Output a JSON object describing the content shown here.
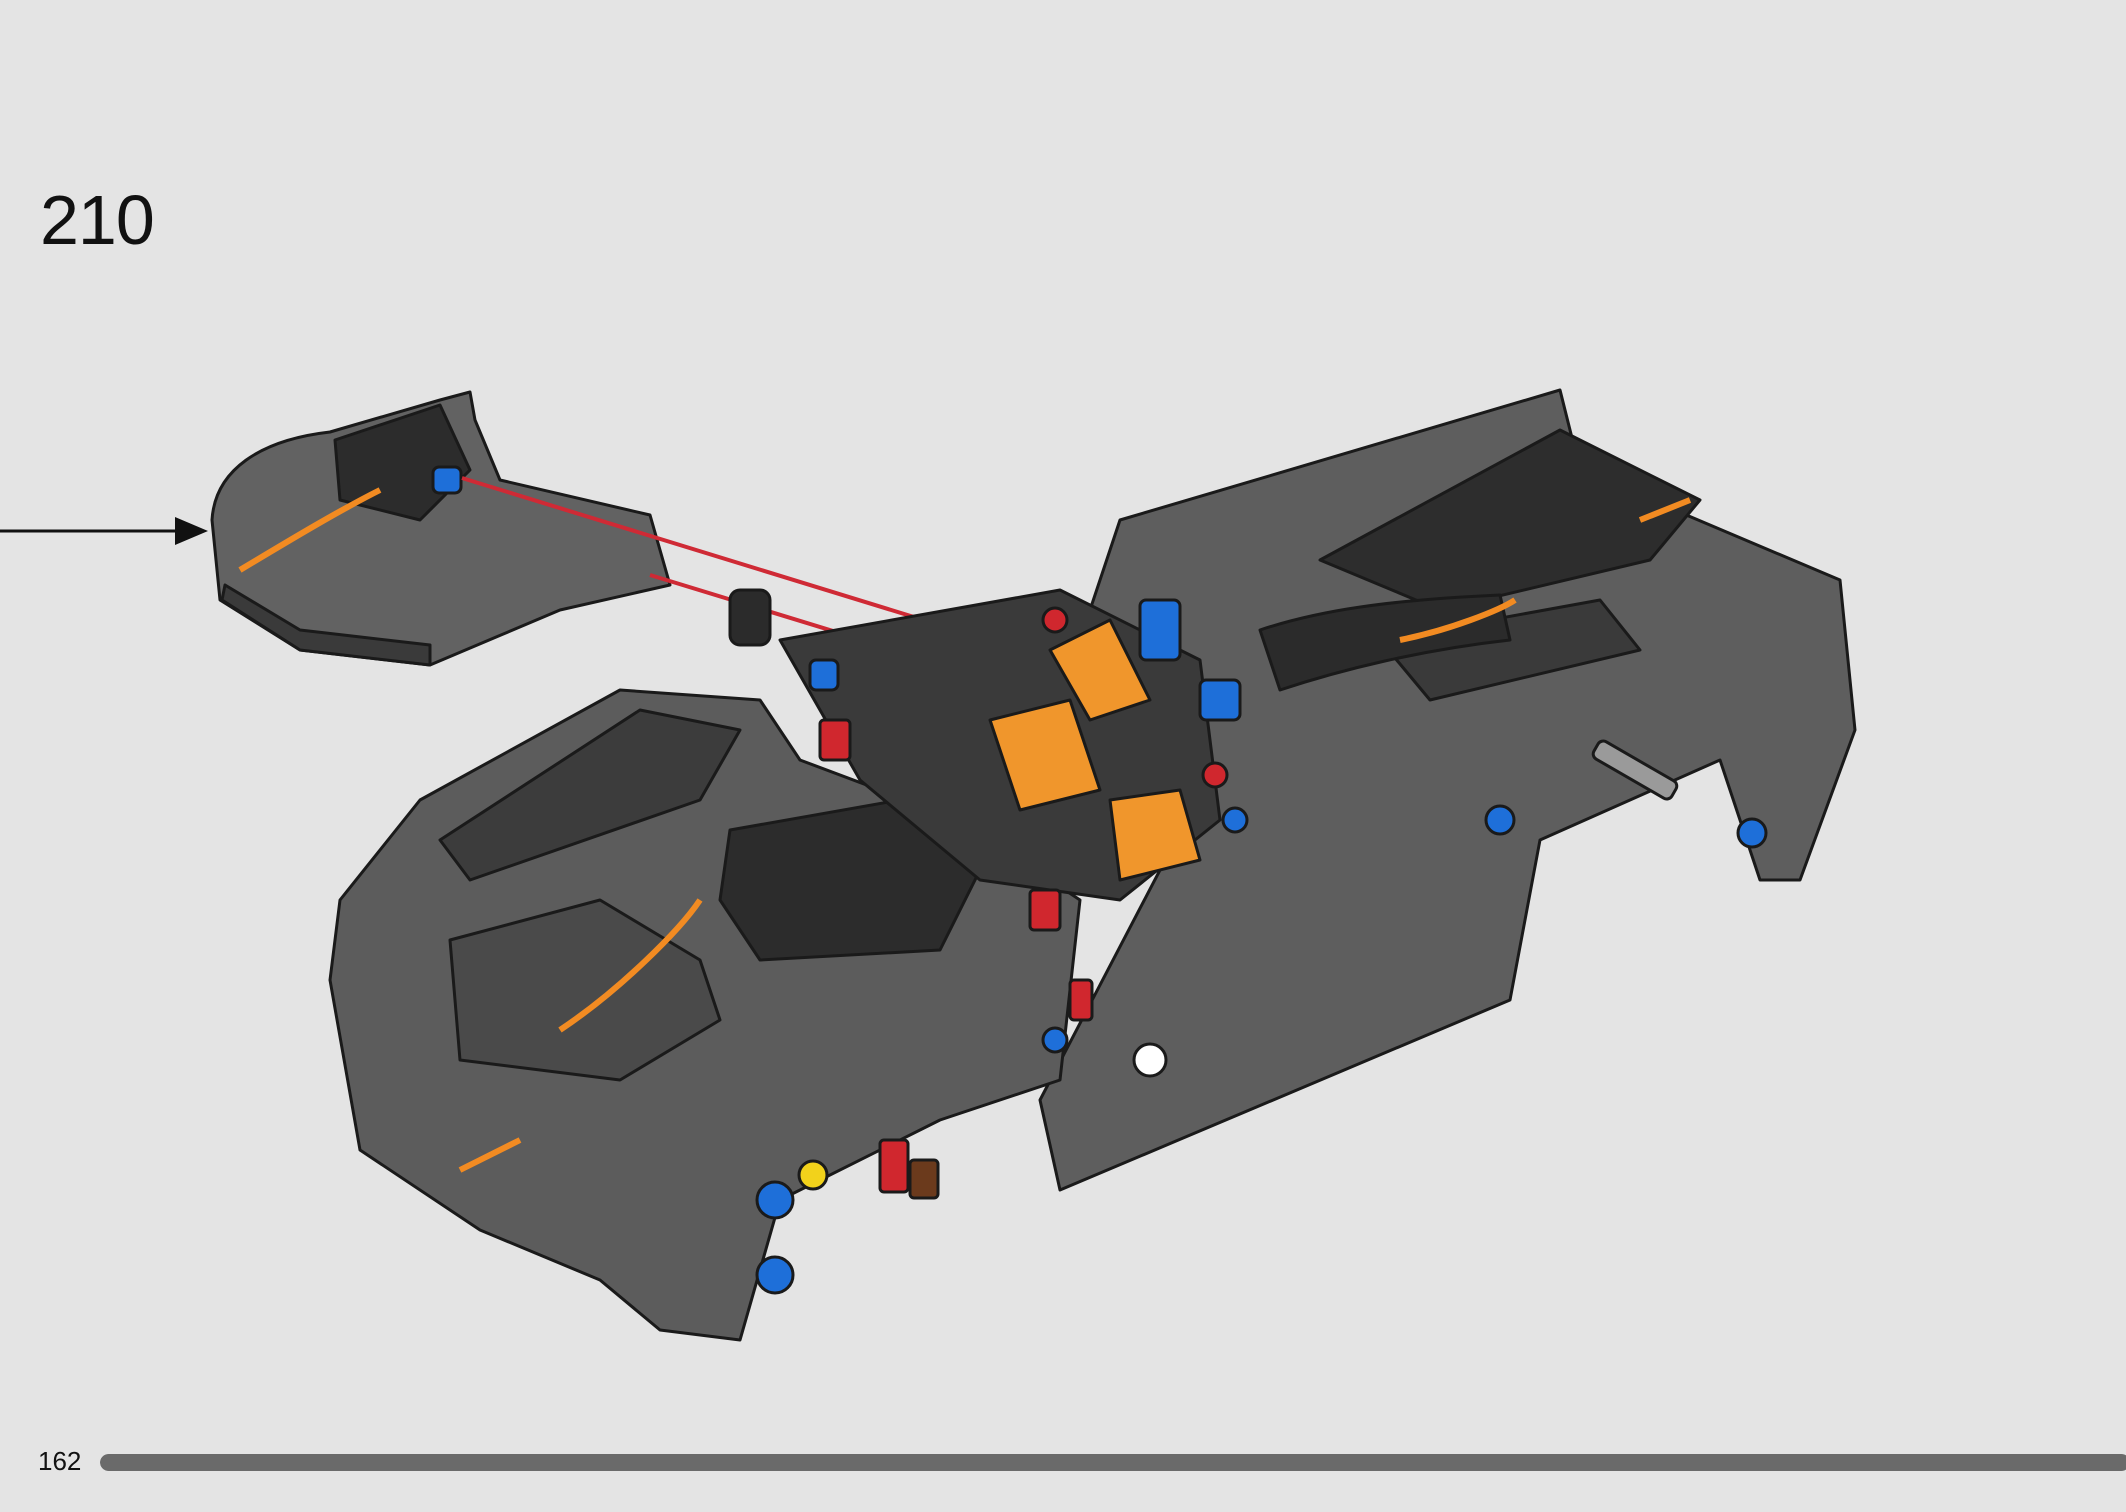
{
  "step": {
    "number": "210"
  },
  "footer": {
    "page_number": "162",
    "progress_fraction": 1.0
  },
  "illustration": {
    "subject": "car-model-build-step",
    "arrow_color": "#111111",
    "connector_color": "#cf2a35",
    "colors": {
      "body_dark_gray": "#5e5e5e",
      "body_black": "#2b2b2b",
      "accent_orange": "#f28b22",
      "pin_blue": "#1e6fd9",
      "axle_red": "#d0272e",
      "pin_yellow": "#f2d21b"
    }
  }
}
